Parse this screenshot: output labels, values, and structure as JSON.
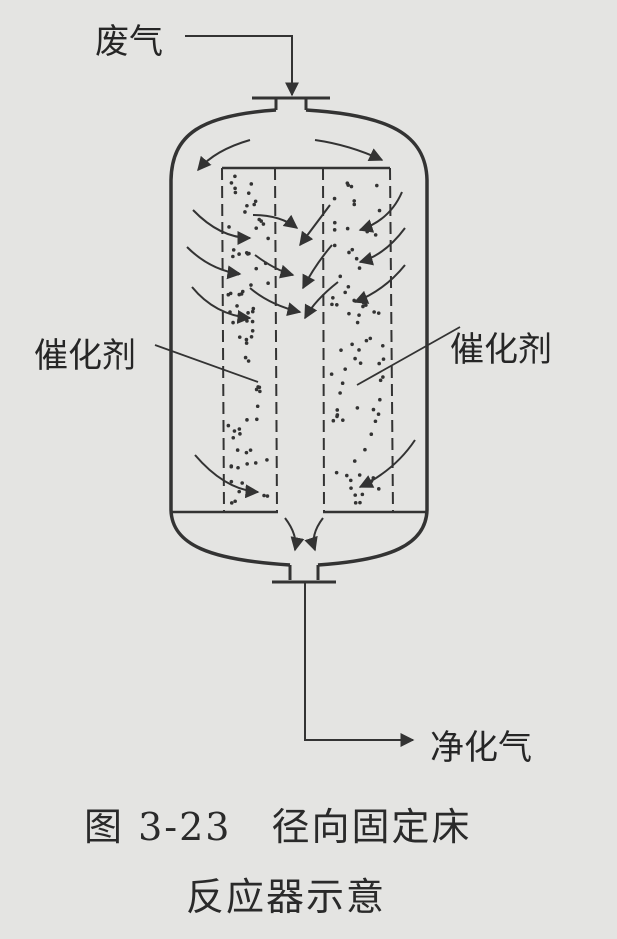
{
  "diagram": {
    "inlet_label": "废气",
    "catalyst_left_label": "催化剂",
    "catalyst_right_label": "催化剂",
    "outlet_label": "净化气",
    "caption_line1": "图 3-23　径向固定床",
    "caption_line2": "反应器示意"
  },
  "colors": {
    "ink": "#2f2f2f",
    "paper": "#e4e4e2"
  }
}
